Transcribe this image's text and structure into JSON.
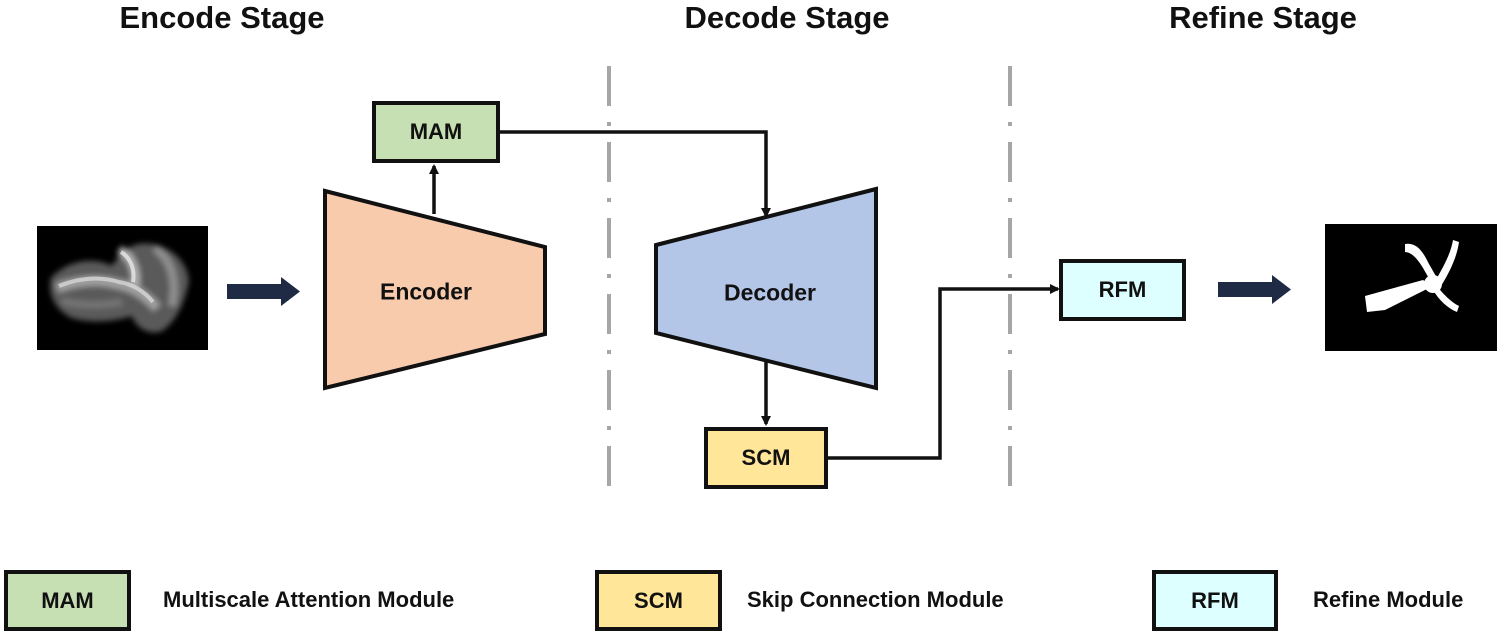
{
  "stages": {
    "encode": "Encode Stage",
    "decode": "Decode Stage",
    "refine": "Refine Stage"
  },
  "modules": {
    "encoder": "Encoder",
    "decoder": "Decoder",
    "mam": "MAM",
    "scm": "SCM",
    "rfm": "RFM"
  },
  "legend": [
    {
      "abbr": "MAM",
      "label": "Multiscale Attention Module"
    },
    {
      "abbr": "SCM",
      "label": "Skip Connection Module"
    },
    {
      "abbr": "RFM",
      "label": "Refine Module"
    }
  ],
  "colors": {
    "encoder_fill": "#F8CBAD",
    "decoder_fill": "#B4C6E7",
    "mam_fill": "#C6E0B4",
    "scm_fill": "#FFE699",
    "rfm_fill": "#DDFFFF",
    "divider": "#A6A6A6",
    "arrow": "#111111",
    "thick_arrow": "#1F2A44"
  }
}
